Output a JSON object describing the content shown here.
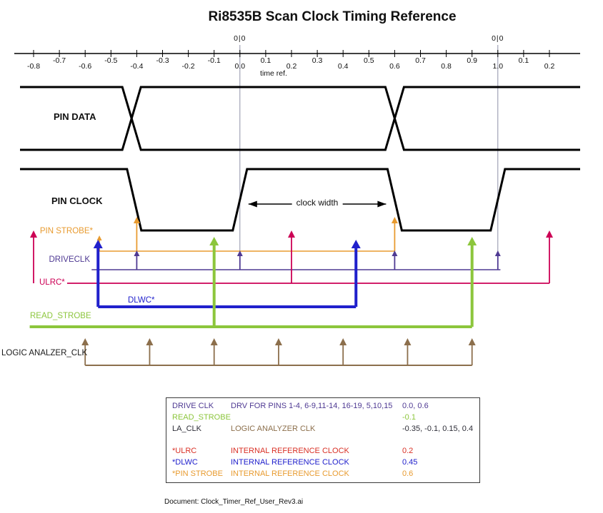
{
  "title": "Ri8535B Scan Clock Timing Reference",
  "doc_label": "Document: Clock_Timer_Ref_User_Rev3.ai",
  "axis": {
    "t_min": -0.8,
    "tick_step": 0.1,
    "tick_labels": [
      "-0.8",
      "-0.7",
      "-0.6",
      "-0.5",
      "-0.4",
      "-0.3",
      "-0.2",
      "-0.1",
      "0.0",
      "0.1",
      "0.2",
      "0.3",
      "0.4",
      "0.5",
      "0.6",
      "0.7",
      "0.8",
      "0.9",
      "1.0",
      "0.1",
      "0.2"
    ],
    "cycle_markers": [
      {
        "t": 0.0,
        "label": "0|0"
      },
      {
        "t": 1.0,
        "label": "0|0"
      }
    ],
    "time_ref_label": "time ref.",
    "ref_line_color": "#8E90A8"
  },
  "waveforms": {
    "pin_data_label": "PIN DATA",
    "pin_clock_label": "PIN CLOCK",
    "clock_width_label": "clock width",
    "pin_data_crossovers": [
      -0.42,
      0.6
    ],
    "pin_clock_edges": [
      {
        "t": -0.41,
        "dir": "fall"
      },
      {
        "t": 0.0,
        "dir": "rise"
      },
      {
        "t": 0.6,
        "dir": "fall"
      },
      {
        "t": 1.0,
        "dir": "rise"
      }
    ]
  },
  "signals": [
    {
      "id": "pin_strobe",
      "label": "PIN STROBE*",
      "color": "#E89B30",
      "line_from": -0.545,
      "line_to": 0.6,
      "arrows": [
        -0.4,
        0.6
      ],
      "start_arrow": true
    },
    {
      "id": "driveclk",
      "label": "DRIVECLK",
      "color": "#4F3A93",
      "line_from": -0.575,
      "line_to": 1.01,
      "arrows": [
        -0.4,
        0.0,
        0.6,
        1.0
      ]
    },
    {
      "id": "ulrc",
      "label": "ULRC*",
      "color": "#CC0055",
      "line_from": -0.67,
      "line_to": 1.2,
      "arrows": [
        -0.8,
        0.2,
        1.2
      ]
    },
    {
      "id": "dlwc",
      "label": "DLWC*",
      "color": "#2020CC",
      "line_from": -0.55,
      "line_to": 0.45,
      "arrows": [
        -0.55,
        0.45
      ]
    },
    {
      "id": "read_strobe",
      "label": "READ_STROBE",
      "color": "#8CC63C",
      "line_from": -0.815,
      "line_to": 0.9,
      "arrows": [
        -0.1,
        0.9
      ]
    },
    {
      "id": "la_clk",
      "label": "LOGIC ANALZER_CLK",
      "color": "#8C6F4C",
      "label_color": "#1a1a1a",
      "line_from": -0.6,
      "line_to": 0.9,
      "arrows": [
        -0.6,
        -0.35,
        -0.1,
        0.15,
        0.4,
        0.65,
        0.9
      ]
    }
  ],
  "table": {
    "rows": [
      {
        "name": "DRIVE CLK",
        "desc": "DRV FOR PINS 1-4, 6-9,11-14, 16-19, 5,10,15",
        "value": "0.0, 0.6",
        "name_color": "#4F3A93",
        "desc_color": "#4F3A93",
        "value_color": "#4F3A93"
      },
      {
        "name": "READ_STROBE",
        "desc": "",
        "value": "-0.1",
        "name_color": "#8CC63C",
        "desc_color": "#8CC63C",
        "value_color": "#8CC63C"
      },
      {
        "name": "LA_CLK",
        "desc": "LOGIC ANALYZER CLK",
        "value": "-0.35, -0.1, 0.15, 0.4",
        "name_color": "#2E2E38",
        "desc_color": "#8C6F4C",
        "value_color": "#2E2E38"
      },
      {
        "spacer": true
      },
      {
        "name": "*ULRC",
        "desc": "INTERNAL REFERENCE CLOCK",
        "value": "0.2",
        "name_color": "#D93025",
        "desc_color": "#D93025",
        "value_color": "#D93025"
      },
      {
        "name": "*DLWC",
        "desc": "INTERNAL REFERENCE CLOCK",
        "value": "0.45",
        "name_color": "#2020CC",
        "desc_color": "#2020CC",
        "value_color": "#2020CC"
      },
      {
        "name": "*PIN STROBE",
        "desc": "INTERNAL REFERENCE CLOCK",
        "value": "0.6",
        "name_color": "#E89B30",
        "desc_color": "#E89B30",
        "value_color": "#E89B30"
      }
    ]
  }
}
